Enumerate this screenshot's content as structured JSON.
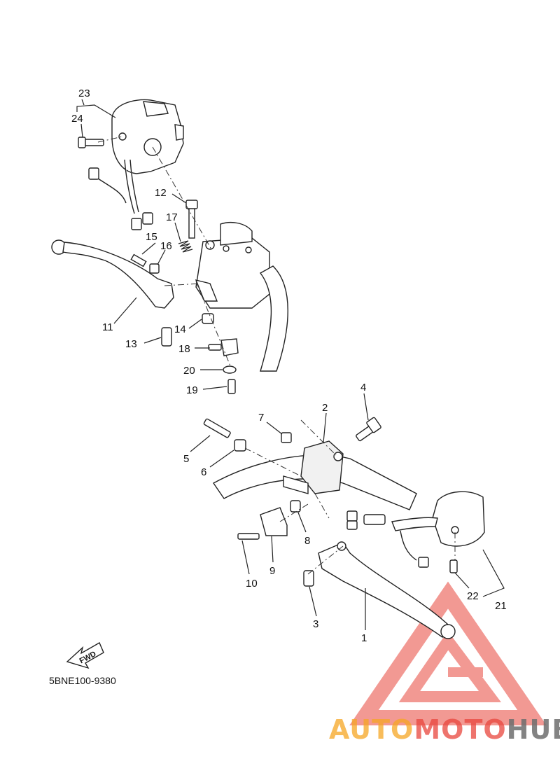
{
  "diagram_code": "5BNE100-9380",
  "fwd_label": "FWD",
  "watermark": {
    "text_part1": "AUTO",
    "text_part2": "MOTO",
    "text_part3": "HUB",
    "color_orange": "#f5a623",
    "color_red": "#e8463c",
    "color_gray": "#6d6d6d"
  },
  "callouts": [
    {
      "id": "p1",
      "label": "1"
    },
    {
      "id": "p2",
      "label": "2"
    },
    {
      "id": "p3",
      "label": "3"
    },
    {
      "id": "p4",
      "label": "4"
    },
    {
      "id": "p5",
      "label": "5"
    },
    {
      "id": "p6",
      "label": "6"
    },
    {
      "id": "p7",
      "label": "7"
    },
    {
      "id": "p8",
      "label": "8"
    },
    {
      "id": "p9",
      "label": "9"
    },
    {
      "id": "p10",
      "label": "10"
    },
    {
      "id": "p11",
      "label": "11"
    },
    {
      "id": "p12",
      "label": "12"
    },
    {
      "id": "p13",
      "label": "13"
    },
    {
      "id": "p14",
      "label": "14"
    },
    {
      "id": "p15",
      "label": "15"
    },
    {
      "id": "p16",
      "label": "16"
    },
    {
      "id": "p17",
      "label": "17"
    },
    {
      "id": "p18",
      "label": "18"
    },
    {
      "id": "p19",
      "label": "19"
    },
    {
      "id": "p20",
      "label": "20"
    },
    {
      "id": "p21",
      "label": "21"
    },
    {
      "id": "p22",
      "label": "22"
    },
    {
      "id": "p23",
      "label": "23"
    },
    {
      "id": "p24",
      "label": "24"
    }
  ]
}
